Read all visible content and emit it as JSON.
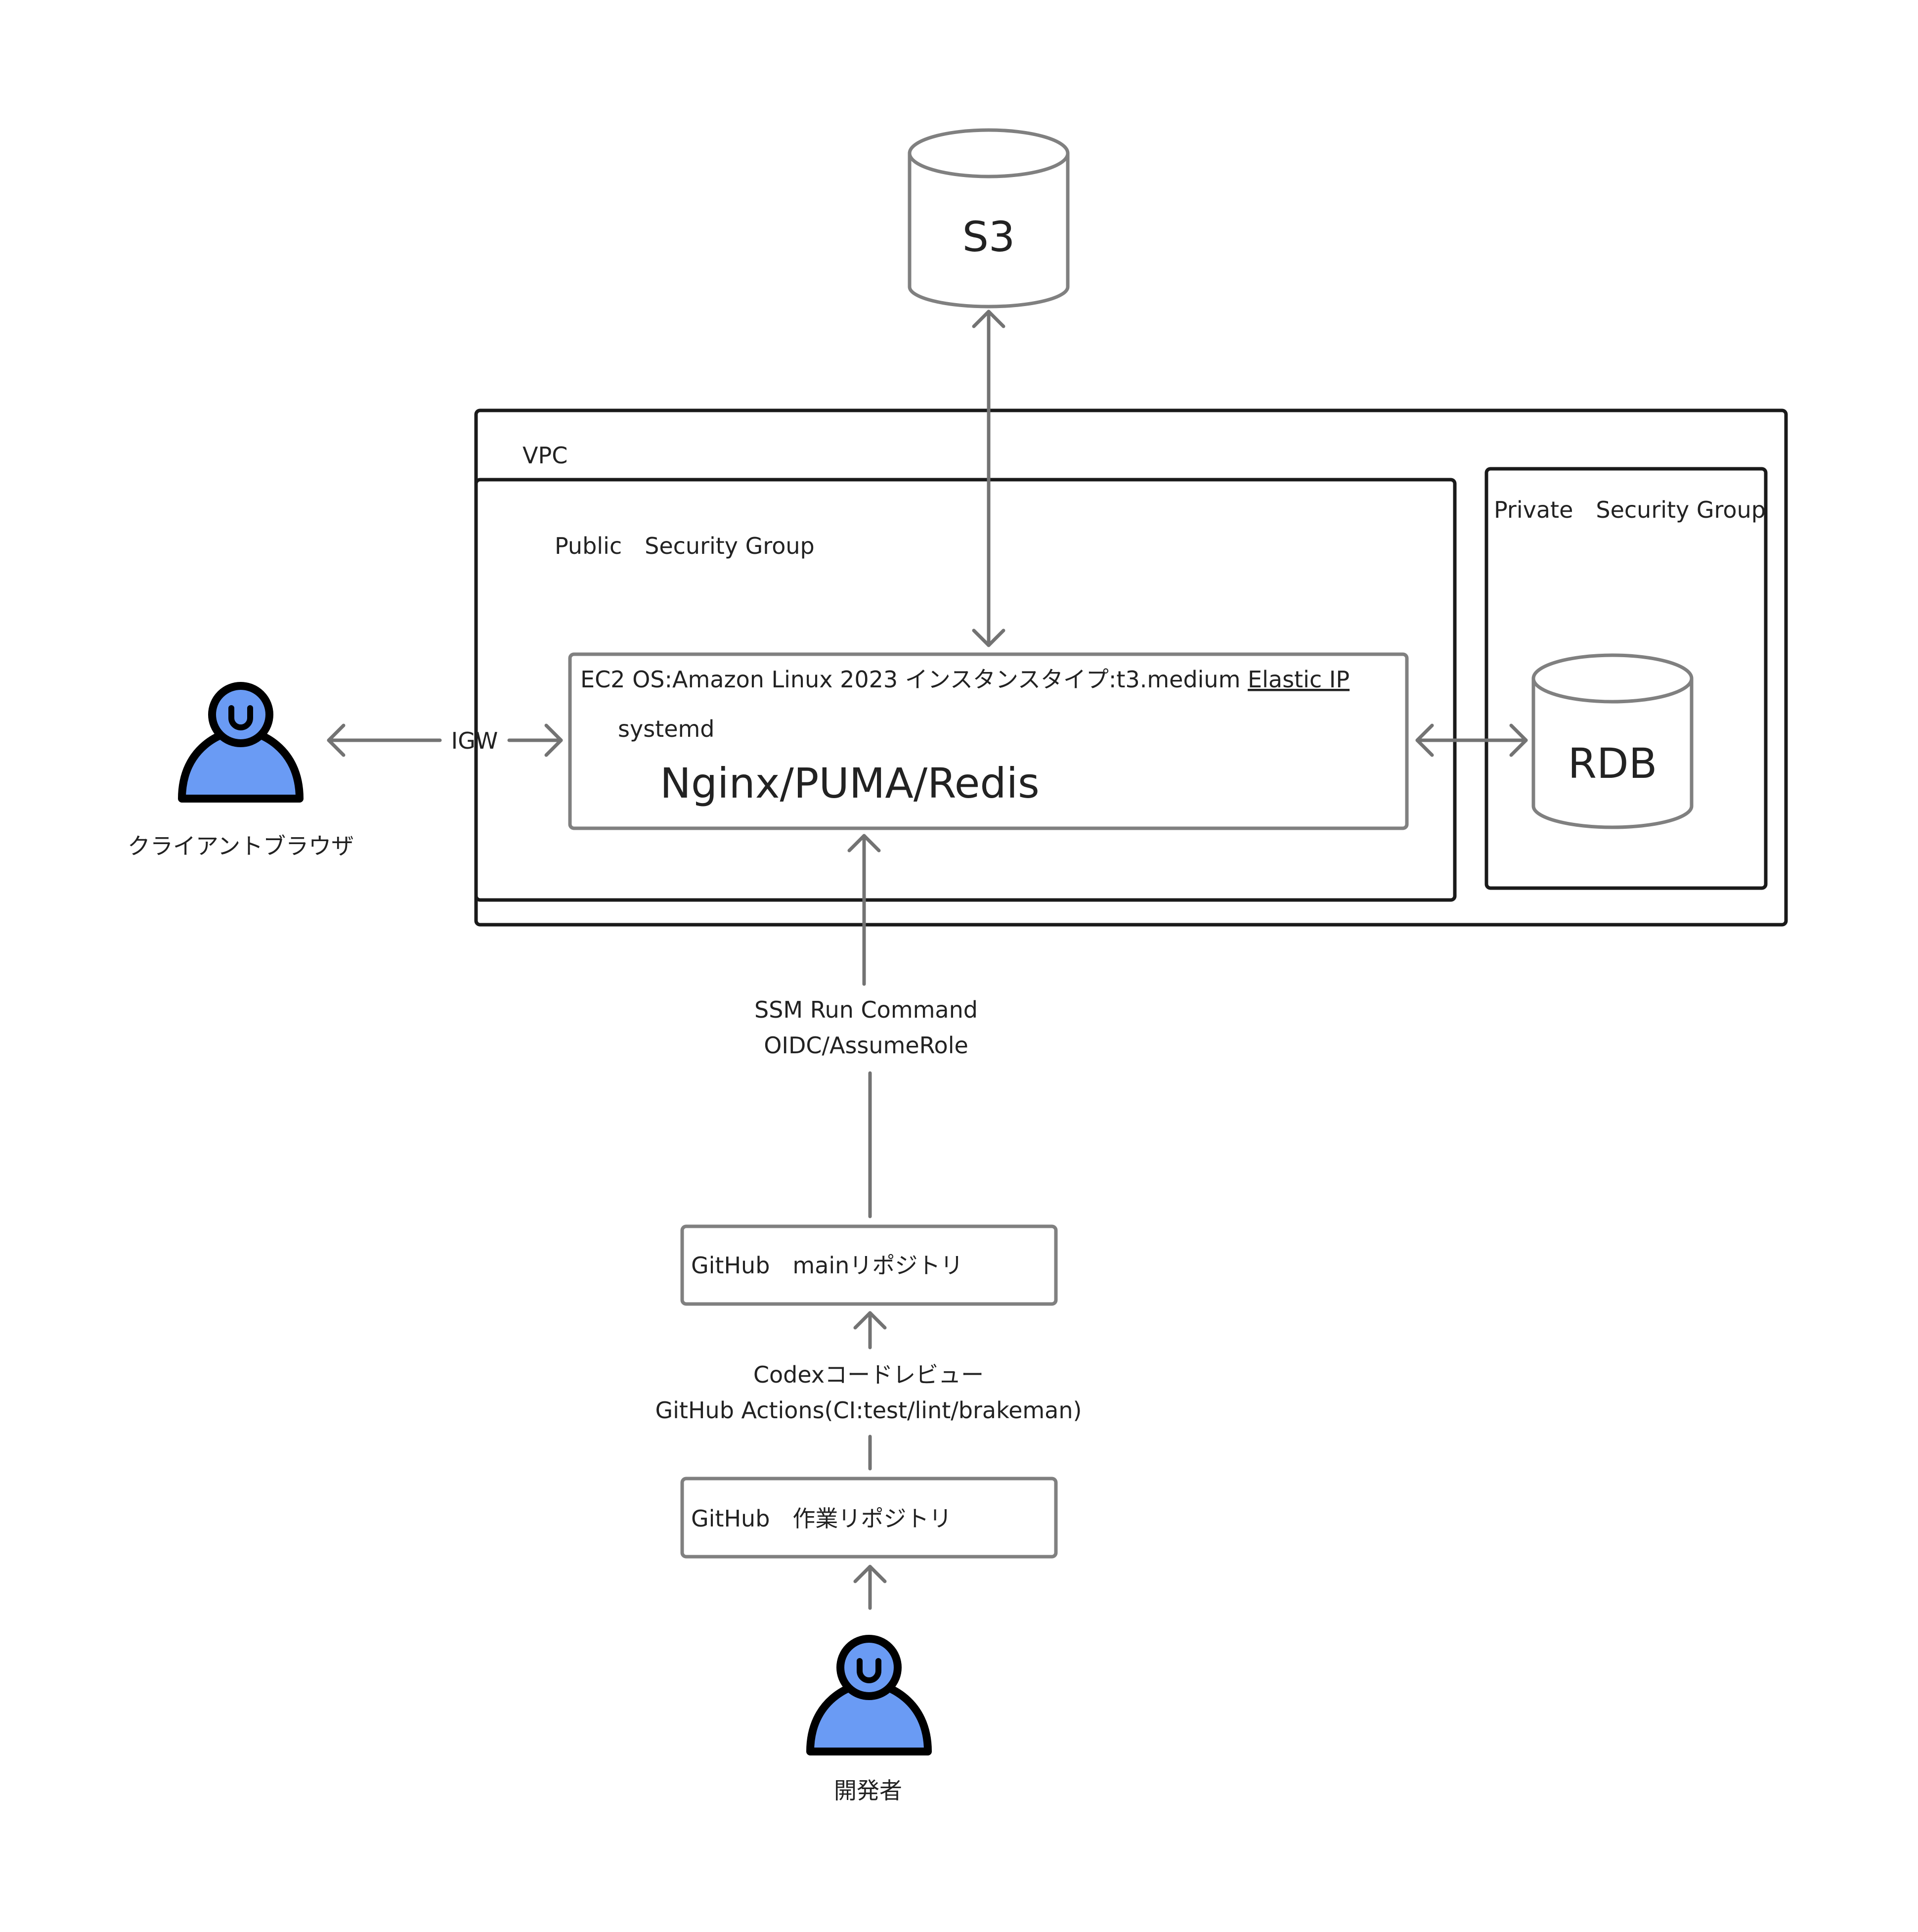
{
  "s3": {
    "label": "S3"
  },
  "vpc": {
    "label": "VPC"
  },
  "public_sg": {
    "label": "Public　Security Group"
  },
  "private_sg": {
    "label": "Private　Security Group"
  },
  "ec2": {
    "header": "EC2  OS:Amazon Linux 2023  インスタンスタイプ:t3.medium ",
    "elastic_ip": "Elastic IP",
    "systemd": "systemd",
    "services": "Nginx/PUMA/Redis"
  },
  "rdb": {
    "label": "RDB"
  },
  "client": {
    "label": "クライアントブラウザ"
  },
  "igw": {
    "label": "IGW"
  },
  "ssm": {
    "line1": "SSM Run Command",
    "line2": "OIDC/AssumeRole"
  },
  "github_main": {
    "label": "GitHub　mainリポジトリ"
  },
  "ci": {
    "line1": "Codexコードレビュー",
    "line2": "GitHub Actions(CI:test/lint/brakeman)"
  },
  "github_work": {
    "label": "GitHub　作業リポジトリ"
  },
  "developer": {
    "label": "開発者"
  },
  "colors": {
    "person_fill": "#6a9bf4",
    "outline": "#000000",
    "line": "#737373"
  }
}
